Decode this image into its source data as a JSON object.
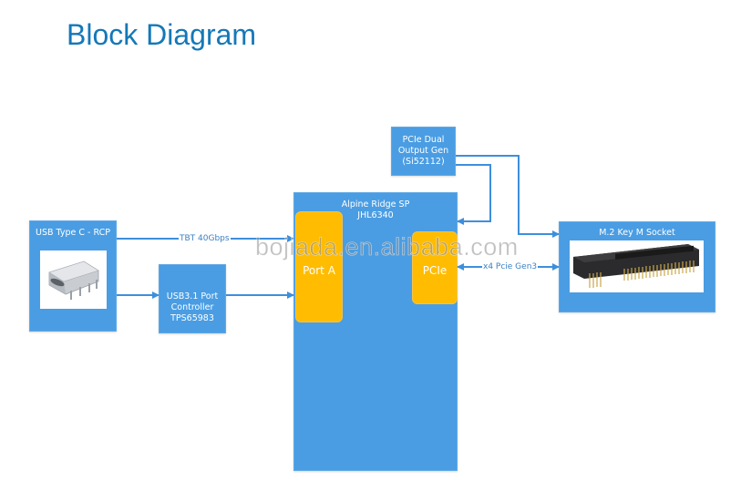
{
  "title": "Block Diagram",
  "blocks": {
    "usb_type_c": {
      "label": "USB Type C - RCP",
      "image": "usb-type-c-connector-image"
    },
    "usb31_controller": {
      "label_lines": [
        "USB3.1 Port",
        "Controller",
        "TPS65983"
      ]
    },
    "pcie_clock_gen": {
      "label_lines": [
        "PCIe Dual",
        "Output Gen",
        "(Si52112)"
      ]
    },
    "alpine_ridge": {
      "label_lines": [
        "Alpine Ridge SP",
        "JHL6340"
      ],
      "ports": {
        "port_a": "Port A",
        "pcie": "PCIe"
      }
    },
    "m2_socket": {
      "label": "M.2 Key M Socket",
      "image": "m2-key-m-socket-image"
    }
  },
  "connections": {
    "tbt": "TBT 40Gbps",
    "pcie_link": "x4 Pcie Gen3"
  },
  "watermark": "bojiada.en.alibaba.com",
  "colors": {
    "title": "#1478b8",
    "block": "#4a9de3",
    "port": "#ffbc00",
    "arrow": "#3d8fdc"
  }
}
